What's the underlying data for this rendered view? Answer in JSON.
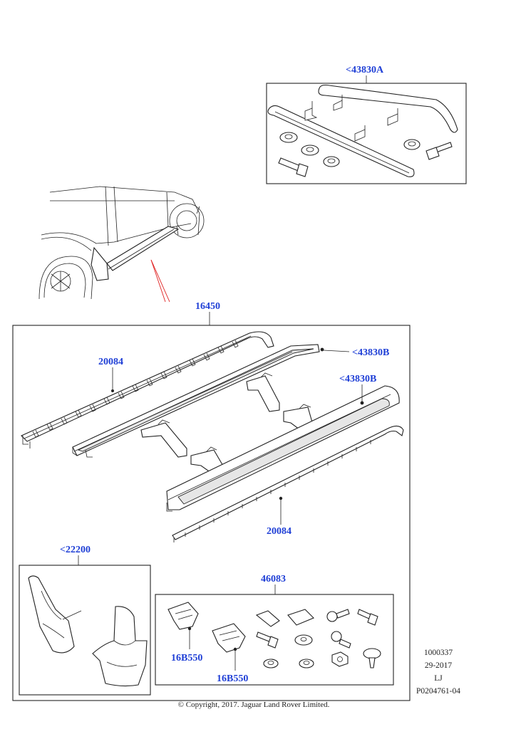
{
  "callouts": {
    "kit_43830A": "<43830A",
    "assembly_16450": "16450",
    "left_trim_20084": "20084",
    "right_step_43830B_top": "<43830B",
    "right_step_43830B_side": "<43830B",
    "lower_trim_20084": "20084",
    "mudflaps_22200": "<22200",
    "fixings_46083": "46083",
    "bracket_16B550_a": "16B550",
    "bracket_16B550_b": "16B550"
  },
  "meta": {
    "line1": "1000337",
    "line2": "29-2017",
    "line3": "LJ",
    "line4": "P0204761-04"
  },
  "copyright": "© Copyright, 2017. Jaguar Land Rover Limited.",
  "colors": {
    "callout": "#1f3fd6",
    "line": "#222222",
    "leader_red": "#e02020"
  }
}
